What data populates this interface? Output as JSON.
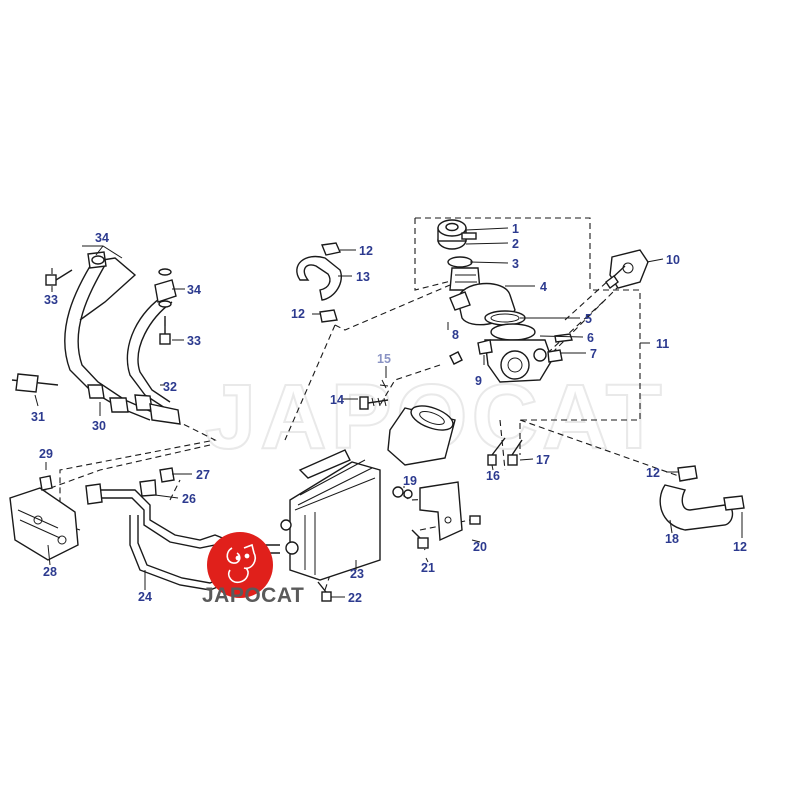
{
  "watermark": "JAPOCAT",
  "logo": {
    "text": "JAPOCAT",
    "color": "#e0201b"
  },
  "colors": {
    "callout": "#2c3a8f",
    "line": "#1a1a1a"
  },
  "callouts": [
    "1",
    "2",
    "3",
    "4",
    "5",
    "6",
    "7",
    "8",
    "9",
    "10",
    "11",
    "12",
    "12",
    "12",
    "12",
    "13",
    "14",
    "15",
    "16",
    "17",
    "18",
    "19",
    "20",
    "21",
    "22",
    "23",
    "24",
    "26",
    "27",
    "28",
    "29",
    "30",
    "31",
    "32",
    "33",
    "33",
    "34",
    "34"
  ]
}
